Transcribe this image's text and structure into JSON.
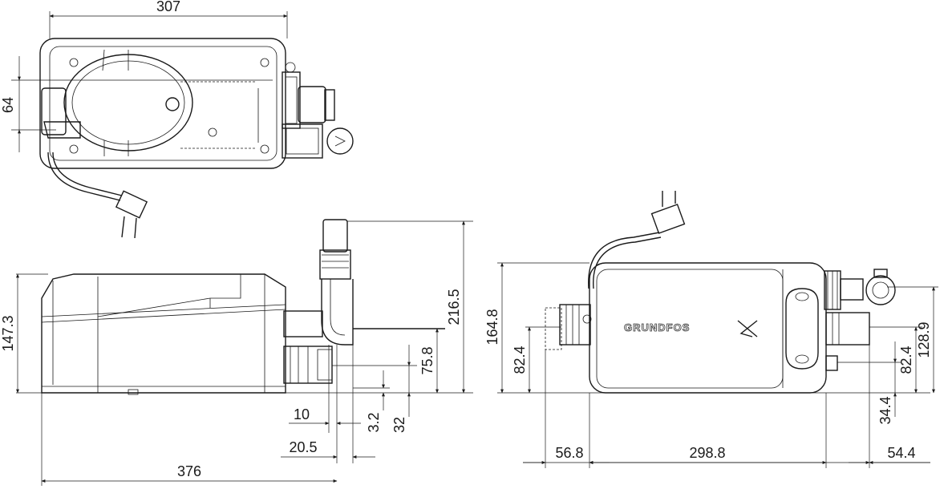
{
  "top_view": {
    "width_label": "307",
    "height_label": "64"
  },
  "front_view": {
    "total_width": "376",
    "body_height": "147.3",
    "outlet_height": "216.5",
    "inlet_upper_height": "75.8",
    "inlet_lower_height": "32",
    "gap_small": "3.2",
    "offset_a": "10",
    "offset_b": "20.5"
  },
  "side_view": {
    "body_height": "164.8",
    "inlet_height_left": "82.4",
    "outlet_height_right": "128.9",
    "inlet_height_right": "82.4",
    "inlet_low_right": "34.4",
    "left_offset": "56.8",
    "body_width": "298.8",
    "right_offset": "54.4",
    "brand": "GRUNDFOS"
  }
}
